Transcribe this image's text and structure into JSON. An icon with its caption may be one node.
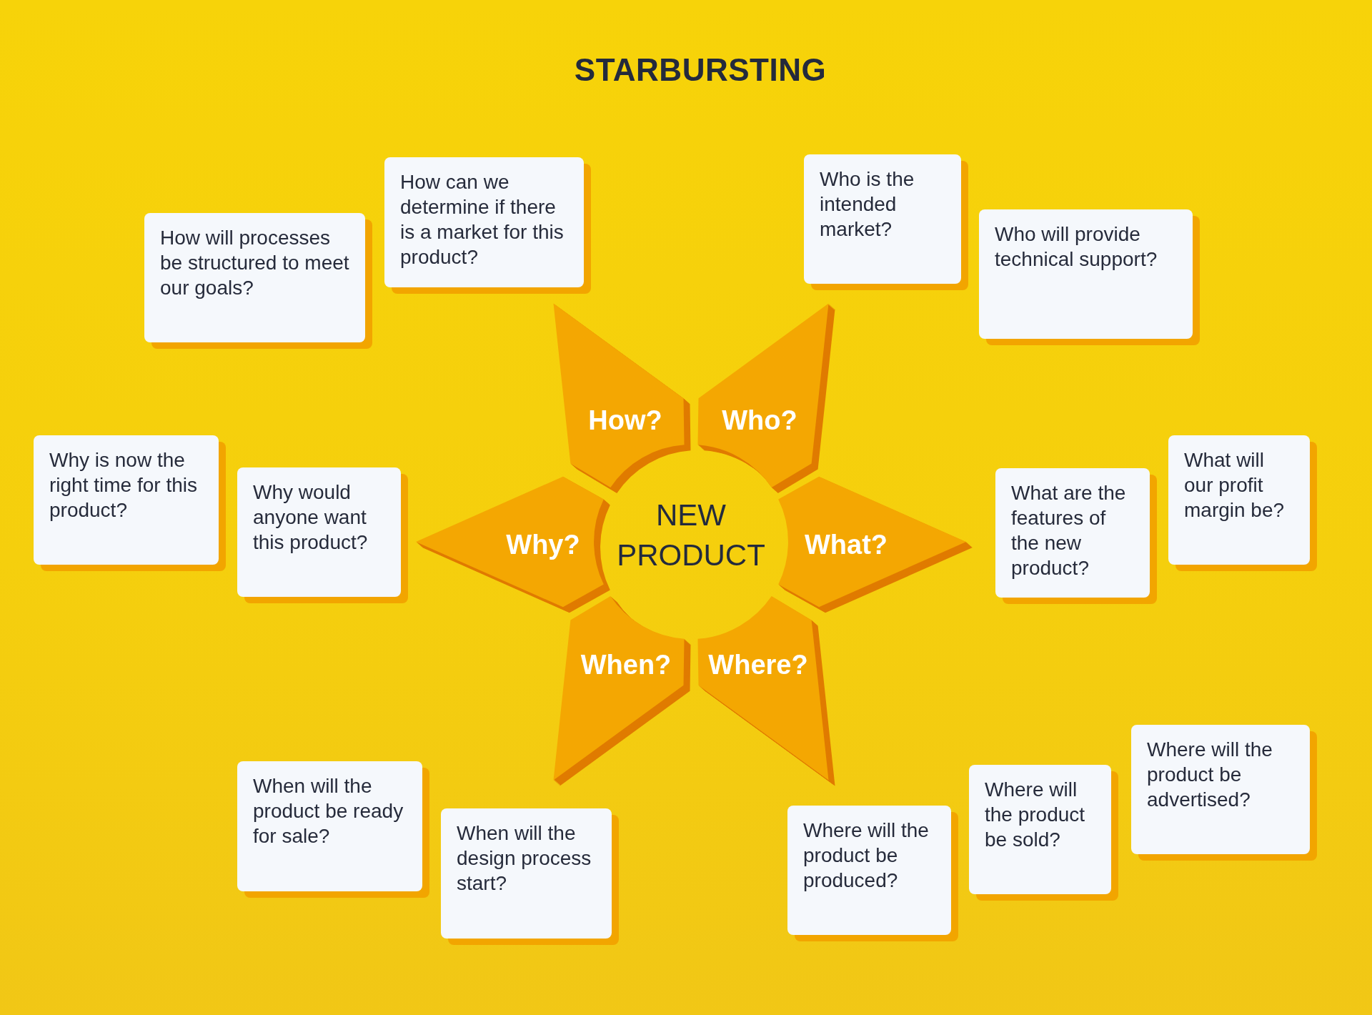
{
  "diagram": {
    "title": "STARBURSTING",
    "nodes": [
      {
        "text": [
          "NEW PRODUCT"
        ]
      },
      {
        "text": [
          "How?"
        ]
      },
      {
        "text": [
          "How will processes be structured to meet our goals?"
        ]
      },
      {
        "text": [
          "How can we determine if there is a market for this product?"
        ]
      },
      {
        "text": [
          "Who?"
        ]
      },
      {
        "text": [
          "Who is the intended market?"
        ]
      },
      {
        "text": [
          "Who will provide technical support?"
        ]
      },
      {
        "text": [
          "Why?"
        ]
      },
      {
        "text": [
          "Why is now the right time for this product?"
        ]
      },
      {
        "text": [
          "Why would anyone want this product?"
        ]
      },
      {
        "text": [
          "What?"
        ]
      },
      {
        "text": [
          "What are the features of the new product?"
        ]
      },
      {
        "text": [
          "What will our profit margin be?"
        ]
      },
      {
        "text": [
          "When?"
        ]
      },
      {
        "text": [
          "When will the product be ready for sale?"
        ]
      },
      {
        "text": [
          "When will the design process start?"
        ]
      },
      {
        "text": [
          "Where?"
        ]
      },
      {
        "text": [
          "Where will the product be produced?"
        ]
      },
      {
        "text": [
          "Where will the product be sold?"
        ]
      },
      {
        "text": [
          "Where will the product be advertised?"
        ]
      }
    ]
  }
}
